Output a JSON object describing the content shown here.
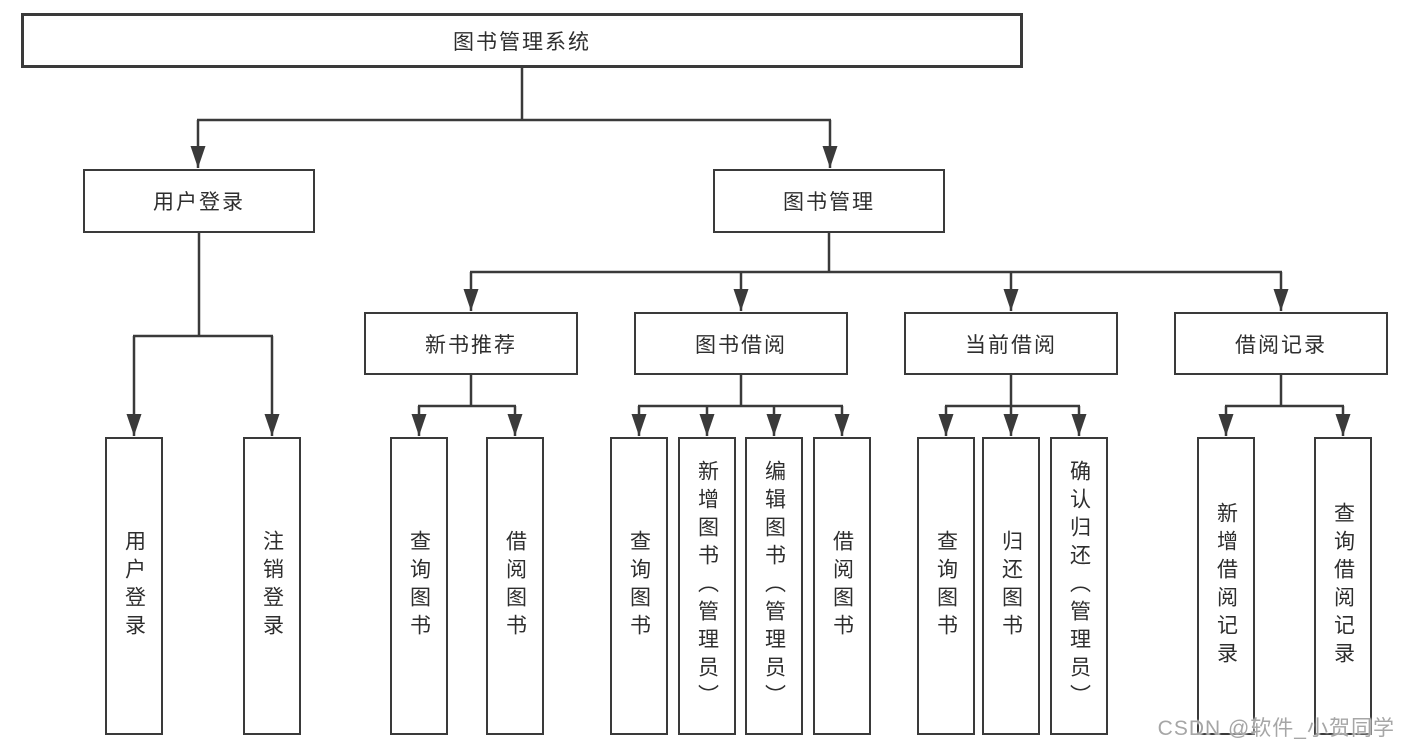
{
  "tree": {
    "root": {
      "label": "图书管理系统",
      "children": [
        {
          "label": "用户登录",
          "children": [
            {
              "label": "用户登录"
            },
            {
              "label": "注销登录"
            }
          ]
        },
        {
          "label": "图书管理",
          "children": [
            {
              "label": "新书推荐",
              "children": [
                {
                  "label": "查询图书"
                },
                {
                  "label": "借阅图书"
                }
              ]
            },
            {
              "label": "图书借阅",
              "children": [
                {
                  "label": "查询图书"
                },
                {
                  "label": "新增图书（管理员）"
                },
                {
                  "label": "编辑图书（管理员）"
                },
                {
                  "label": "借阅图书"
                }
              ]
            },
            {
              "label": "当前借阅",
              "children": [
                {
                  "label": "查询图书"
                },
                {
                  "label": "归还图书"
                },
                {
                  "label": "确认归还（管理员）"
                }
              ]
            },
            {
              "label": "借阅记录",
              "children": [
                {
                  "label": "新增借阅记录"
                },
                {
                  "label": "查询借阅记录"
                }
              ]
            }
          ]
        }
      ]
    }
  },
  "watermark": {
    "text": "CSDN @软件_小贺同学"
  },
  "colors": {
    "line": "#3a3a3a",
    "box-border": "#3a3a3a",
    "text": "#2e2e2e",
    "watermark": "#a6a6a6",
    "background": "#ffffff"
  }
}
